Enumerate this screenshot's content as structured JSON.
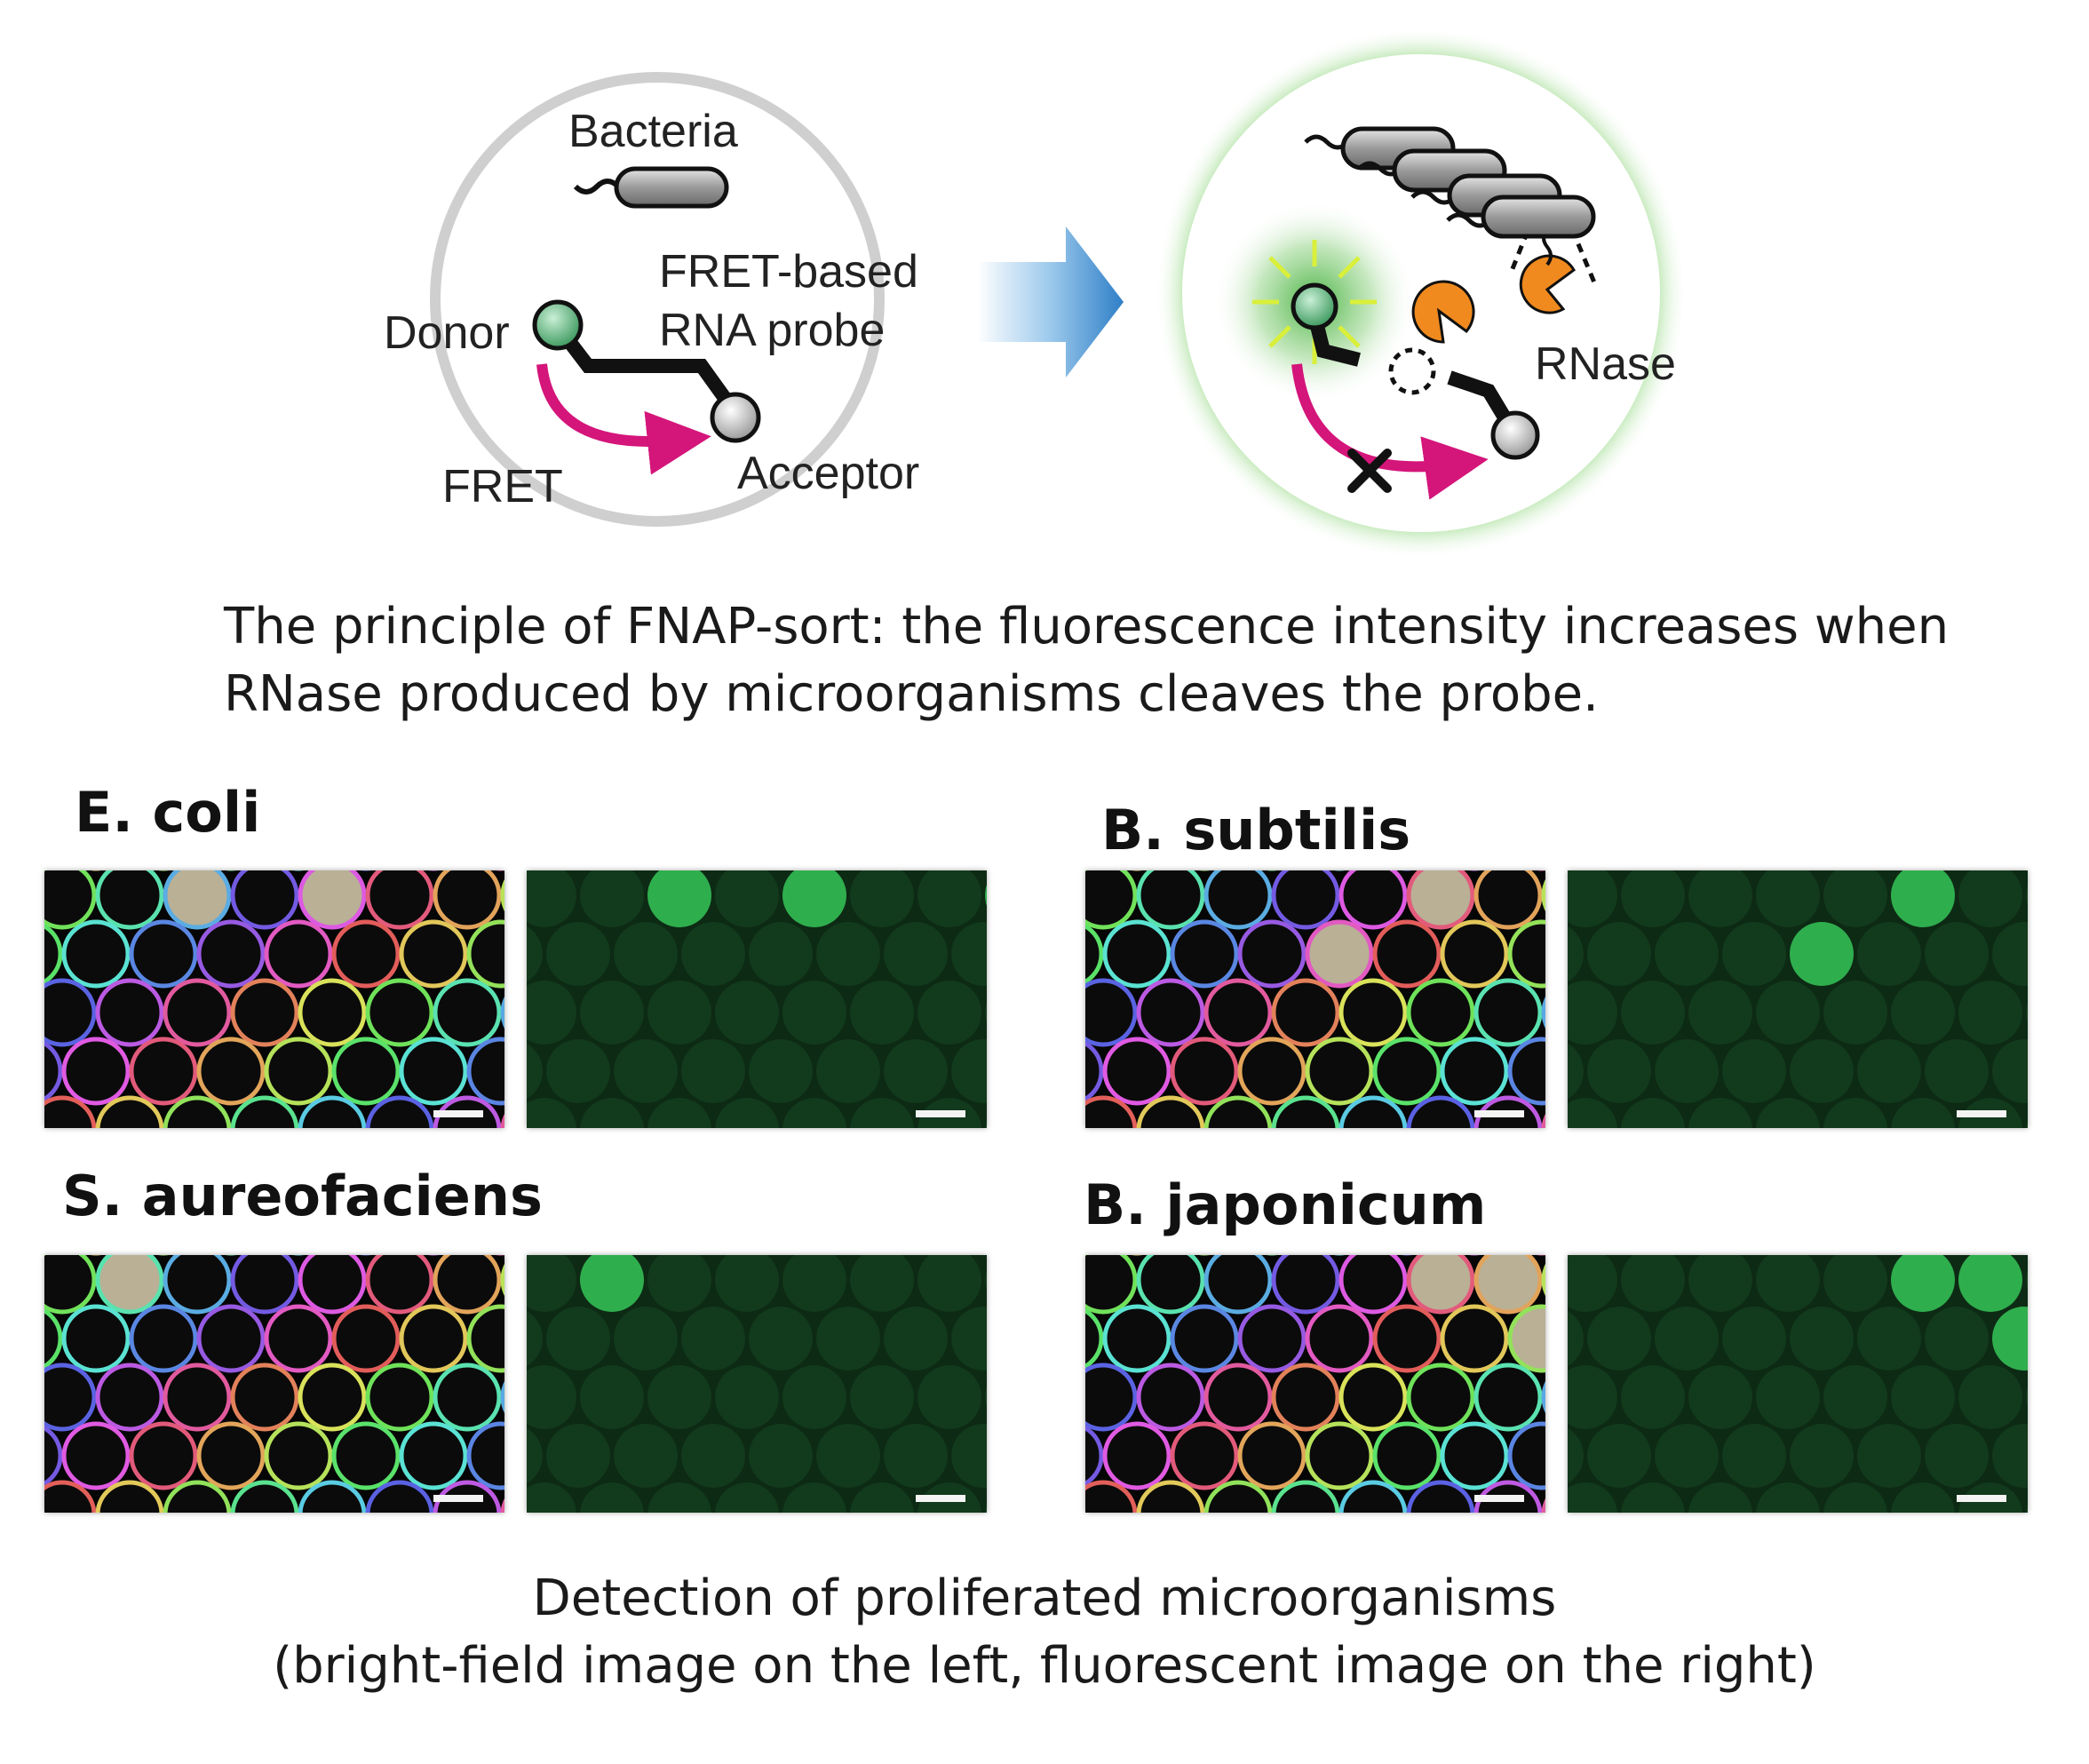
{
  "schematic": {
    "labels": {
      "bacteria": "Bacteria",
      "fret_probe_line1": "FRET-based",
      "fret_probe_line2": "RNA probe",
      "donor": "Donor",
      "fret": "FRET",
      "acceptor": "Acceptor",
      "rnase": "RNase"
    },
    "colors": {
      "fret_arrow": "#d4157a",
      "rnase": "#f08a1e",
      "glow": "#4cbf3a",
      "donor": "#5fb87a",
      "arrow": "#3f8fd0"
    },
    "caption_line1": "The principle of FNAP-sort: the fluorescence intensity increases when",
    "caption_line2": "RNase produced by microorganisms cleaves the probe."
  },
  "micrographs": {
    "panels": [
      {
        "species": "E. coli"
      },
      {
        "species": "B. subtilis"
      },
      {
        "species": "S. aureofaciens"
      },
      {
        "species": "B. japonicum"
      }
    ],
    "caption_line1": "Detection of proliferated microorganisms",
    "caption_line2": "(bright-field image on the left, fluorescent image on the right)"
  }
}
